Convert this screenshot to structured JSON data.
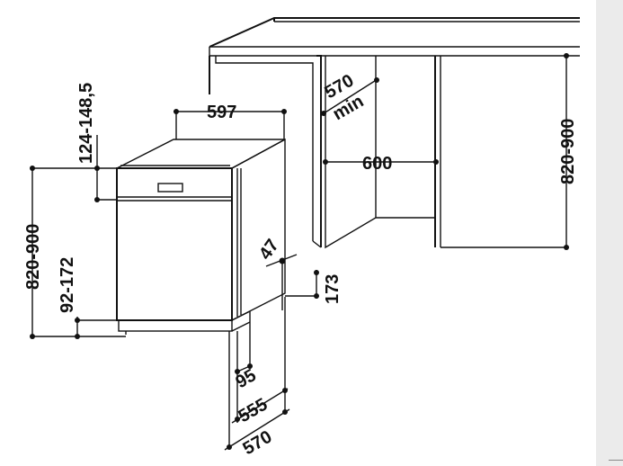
{
  "dimensions": {
    "recess_height": "124-148,5",
    "appliance_width": "597",
    "niche_depth": "570",
    "niche_depth_suffix": "min",
    "niche_width": "600",
    "niche_height_right": "820-900",
    "appliance_height_left": "820-900",
    "plinth_height": "92-172",
    "door_gap": "47",
    "base_offset": "173",
    "foot_setback": "95",
    "body_depth": "555",
    "total_depth": "570"
  },
  "colors": {
    "line": "#111111",
    "background": "#ffffff",
    "side_strip": "#ebebeb"
  }
}
